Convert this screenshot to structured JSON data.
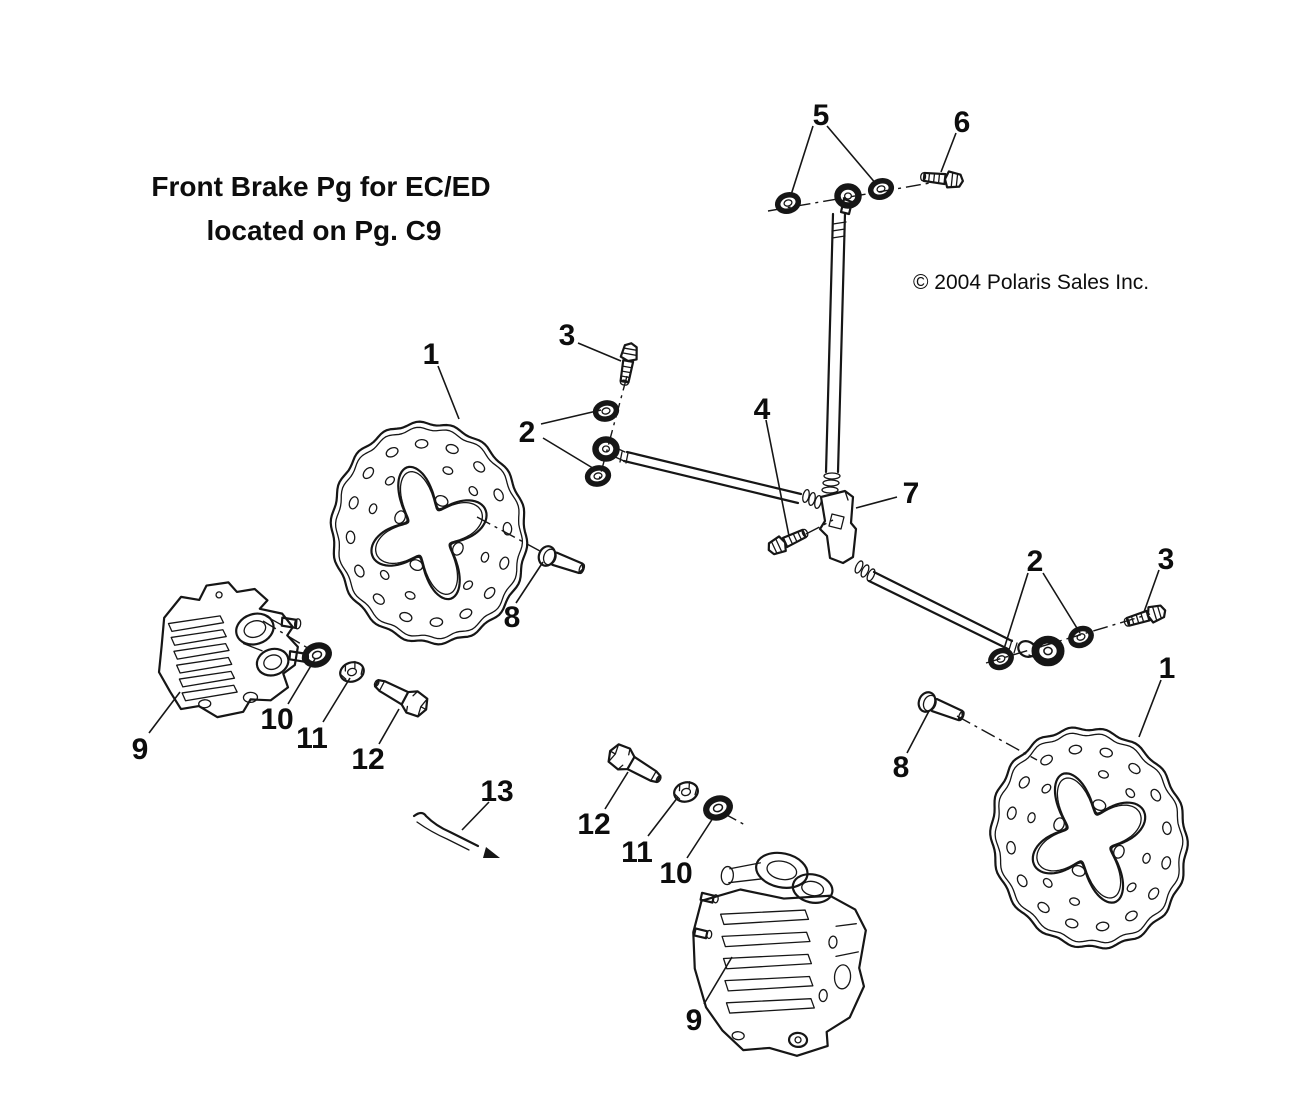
{
  "title": {
    "line1": "Front Brake Pg for EC/ED",
    "line2": "located on Pg. C9"
  },
  "copyright": "© 2004 Polaris Sales Inc.",
  "colors": {
    "ink": "#161616",
    "background": "#ffffff"
  },
  "callouts": {
    "disc_left": "1",
    "bolt3_left": "3",
    "washers2_left": "2",
    "bolt4": "4",
    "washers5_top": "5",
    "bolt6_top": "6",
    "tee7": "7",
    "washers2_right": "2",
    "bolt3_right": "3",
    "disc_right": "1",
    "bolt8_left": "8",
    "bolt8_right": "8",
    "caliper9_left": "9",
    "washer10_left": "10",
    "nut11_left": "11",
    "bolt12_left": "12",
    "pin13": "13",
    "bolt12_mid": "12",
    "nut11_mid": "11",
    "washer10_mid": "10",
    "caliper9_right": "9"
  }
}
